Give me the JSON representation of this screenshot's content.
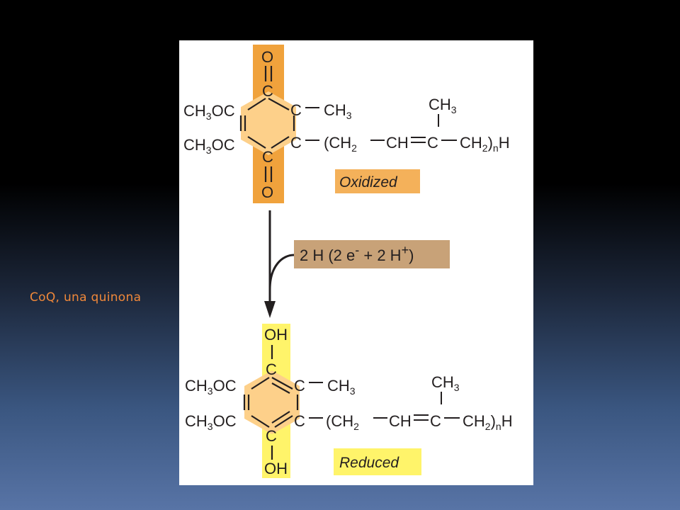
{
  "slide": {
    "caption": "CoQ, una quinona"
  },
  "figure": {
    "oxidized": {
      "state_label": "Oxidized",
      "top_O": "O",
      "top_C": "C",
      "bottom_C": "C",
      "bottom_O": "O",
      "left_upper_group": "CH",
      "left_upper_sub": "3",
      "left_upper_tail": "OC",
      "left_lower_group": "CH",
      "left_lower_sub": "3",
      "left_lower_tail": "OC",
      "right_upper_C": "C",
      "right_lower_C": "C",
      "methyl": "CH",
      "methyl_sub": "3",
      "side_chain": {
        "open": "(CH",
        "open_sub": "2",
        "ch": "CH",
        "c": "C",
        "ch2": "CH",
        "ch2_sub": "2",
        "close": ")",
        "n": "n",
        "h": "H",
        "branch_methyl": "CH",
        "branch_methyl_sub": "3"
      }
    },
    "reaction": {
      "text_main": "2 H (2 e",
      "electron_sign": "-",
      "text_mid": " + 2 H",
      "proton_sign": "+",
      "text_end": ")"
    },
    "reduced": {
      "state_label": "Reduced",
      "top_OH": "OH",
      "top_C": "C",
      "bottom_C": "C",
      "bottom_OH": "OH",
      "left_upper_group": "CH",
      "left_upper_sub": "3",
      "left_upper_tail": "OC",
      "left_lower_group": "CH",
      "left_lower_sub": "3",
      "left_lower_tail": "OC",
      "right_upper_C": "C",
      "right_lower_C": "C",
      "methyl": "CH",
      "methyl_sub": "3",
      "side_chain": {
        "open": "(CH",
        "open_sub": "2",
        "ch": "CH",
        "c": "C",
        "ch2": "CH",
        "ch2_sub": "2",
        "close": ")",
        "n": "n",
        "h": "H",
        "branch_methyl": "CH",
        "branch_methyl_sub": "3"
      }
    }
  },
  "colors": {
    "caption": "#f0883a",
    "oxidized_band": "#f0a23c",
    "reduced_band": "#fff46a",
    "ring_fill": "#fdd08a",
    "oxidized_label_bg": "#f4b15a",
    "reduced_label_bg": "#fff46a",
    "reaction_bg": "#c8a278"
  }
}
